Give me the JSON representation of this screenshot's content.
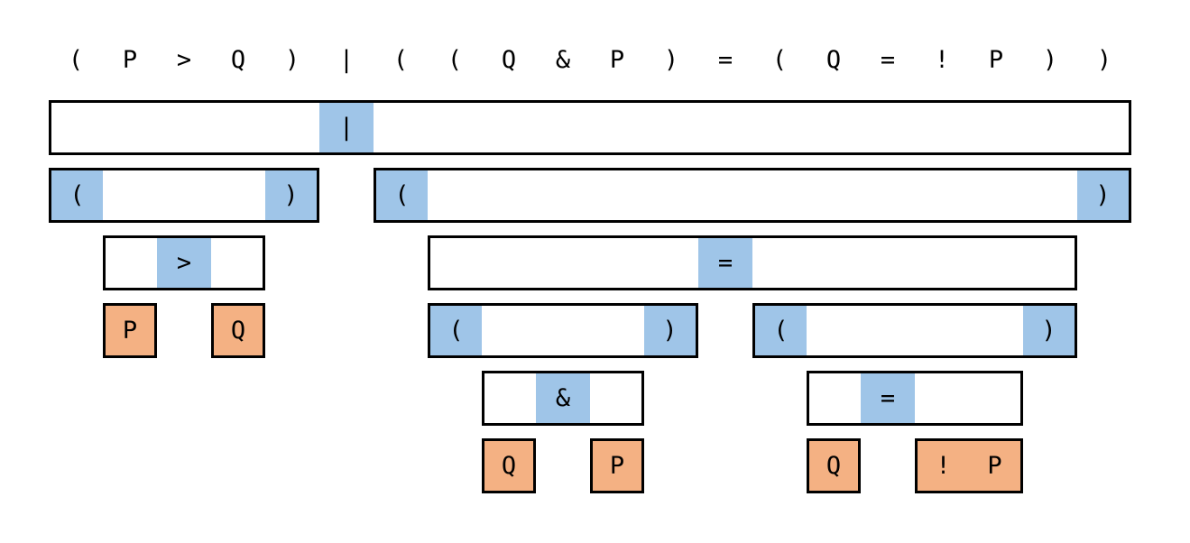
{
  "colors": {
    "operator_fill": "#9fc5e8",
    "leaf_fill": "#f4b183",
    "border": "#000000",
    "background": "#ffffff"
  },
  "expression_tokens": [
    "(",
    "P",
    ">",
    "Q",
    ")",
    "|",
    "(",
    "(",
    "Q",
    "&",
    "P",
    ")",
    "=",
    "(",
    "Q",
    "=",
    "!",
    "P",
    ")",
    ")"
  ],
  "tree": [
    {
      "name": "node-or",
      "kind": "operator",
      "symbol": "|"
    },
    {
      "name": "node-paren-left",
      "kind": "paren",
      "open": "(",
      "close": ")"
    },
    {
      "name": "node-paren-right",
      "kind": "paren",
      "open": "(",
      "close": ")"
    },
    {
      "name": "node-implies",
      "kind": "operator",
      "symbol": ">"
    },
    {
      "name": "node-equals-outer",
      "kind": "operator",
      "symbol": "="
    },
    {
      "name": "leaf-p-1",
      "kind": "leaf",
      "text": "P"
    },
    {
      "name": "leaf-q-1",
      "kind": "leaf",
      "text": "Q"
    },
    {
      "name": "node-paren-and",
      "kind": "paren",
      "open": "(",
      "close": ")"
    },
    {
      "name": "node-paren-equals",
      "kind": "paren",
      "open": "(",
      "close": ")"
    },
    {
      "name": "node-and",
      "kind": "operator",
      "symbol": "&"
    },
    {
      "name": "node-equals-inner",
      "kind": "operator",
      "symbol": "="
    },
    {
      "name": "leaf-q-2",
      "kind": "leaf",
      "text": "Q"
    },
    {
      "name": "leaf-p-2",
      "kind": "leaf",
      "text": "P"
    },
    {
      "name": "leaf-q-3",
      "kind": "leaf",
      "text": "Q"
    },
    {
      "name": "leaf-not-p",
      "kind": "leaf",
      "tokens": [
        "!",
        "P"
      ]
    }
  ]
}
